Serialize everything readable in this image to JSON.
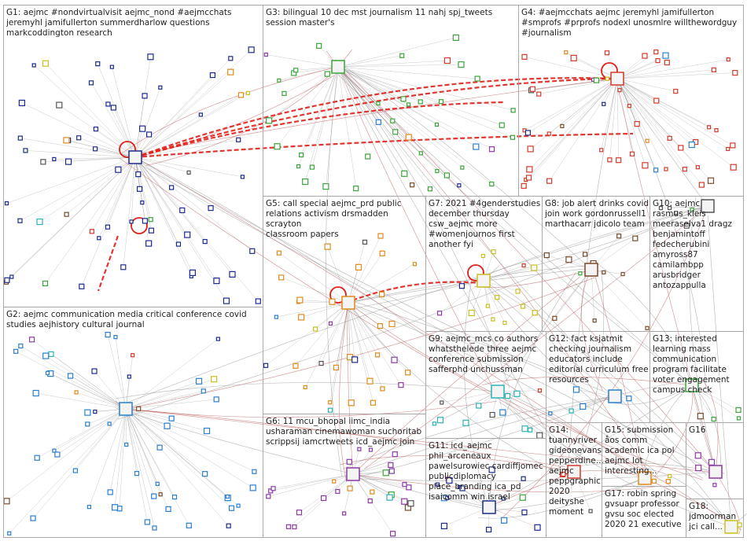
{
  "groups": [
    {
      "id": "G1",
      "label": "G1: aejmc #nondvirtualvisit aejmc_nond #aejmcchats\njeremyhl jamifullerton summerdharlow questions\nmarkcoddington research"
    },
    {
      "id": "G2",
      "label": "G2: aejmc communication media critical conference covid\nstudies aejhistory cultural journal"
    },
    {
      "id": "G3",
      "label": "G3: bilingual 10 dec mst journalism 11 nahj spj_tweets\nsession master's"
    },
    {
      "id": "G4",
      "label": "G4: #aejmcchats aejmc jeremyhl jamifullerton\n#smprofs #prprofs nodexl unosmlre willthewordguy\n#journalism"
    },
    {
      "id": "G5",
      "label": "G5: call special aejmc_prd public\nrelations activism drsmadden scrayton\nclassroom papers"
    },
    {
      "id": "G6",
      "label": "G6: 11 mcu_bhopal iimc_india\nusharaman cinemawoman suchoritab\nscrippsij iamcrtweets icd_aejmc join"
    },
    {
      "id": "G7",
      "label": "G7: 2021 #4genderstudies\ndecember thursday\ncsw_aejmc more\n#womenjournos first\nanother fyi"
    },
    {
      "id": "G8",
      "label": "G8: job alert drinks covid\njoin work gordonrussell1\nmarthacarr jdicolo team"
    },
    {
      "id": "G9",
      "label": "G9: aejmc_mcs co authors\nwhatsthelede three aejmc\nconference submission\nsafferphd unchussman"
    },
    {
      "id": "G10",
      "label": "G10: aejmc\nrasmus_kleis\nmeeraselva1 dragz\nbenjamintoff\nfedecherubini\namyross87\ncamilambpp\narusbridger\nantozappulla"
    },
    {
      "id": "G11",
      "label": "G11: icd_aejmc\nphil_arceneaux\npawelsurowiec cardiffjomec\npublicdiplomacy\nplace_branding ica_pd\nisaicomm win israel"
    },
    {
      "id": "G12",
      "label": "G12: fact ksjatmit\nchecking journalism\neducators include\neditorial curriculum free\nresources"
    },
    {
      "id": "G13",
      "label": "G13: interested\nlearning mass\ncommunication\nprogram facilitate\nvoter engagement\ncampus check"
    },
    {
      "id": "G14",
      "label": "G14:\ntuannyriver\ngideonevans\npepperdine...\naejmc\npeppgraphic\n2020\ndeityshe\nmoment"
    },
    {
      "id": "G15",
      "label": "G15: submission\nåos comm\nacademic ica pol\naejmc lot\ninteresting..."
    },
    {
      "id": "G16",
      "label": "G16"
    },
    {
      "id": "G17",
      "label": "G17: robin spring\ngvsuapr professor\ngvsu soc elected\n2020 21 executive"
    },
    {
      "id": "G18",
      "label": "G18:\njdmoorman\njci call..."
    }
  ],
  "palette": {
    "edge": "#8c8c8c",
    "edge_strong": "#b84a4a",
    "edge_bold": "#e0201a",
    "node_colors": [
      "#1d2b8f",
      "#2a7fd0",
      "#3aa63a",
      "#d33a2c",
      "#e08a1c",
      "#8b3aa6",
      "#c8c020",
      "#7a4a2a",
      "#2bb3b3",
      "#555555"
    ]
  }
}
